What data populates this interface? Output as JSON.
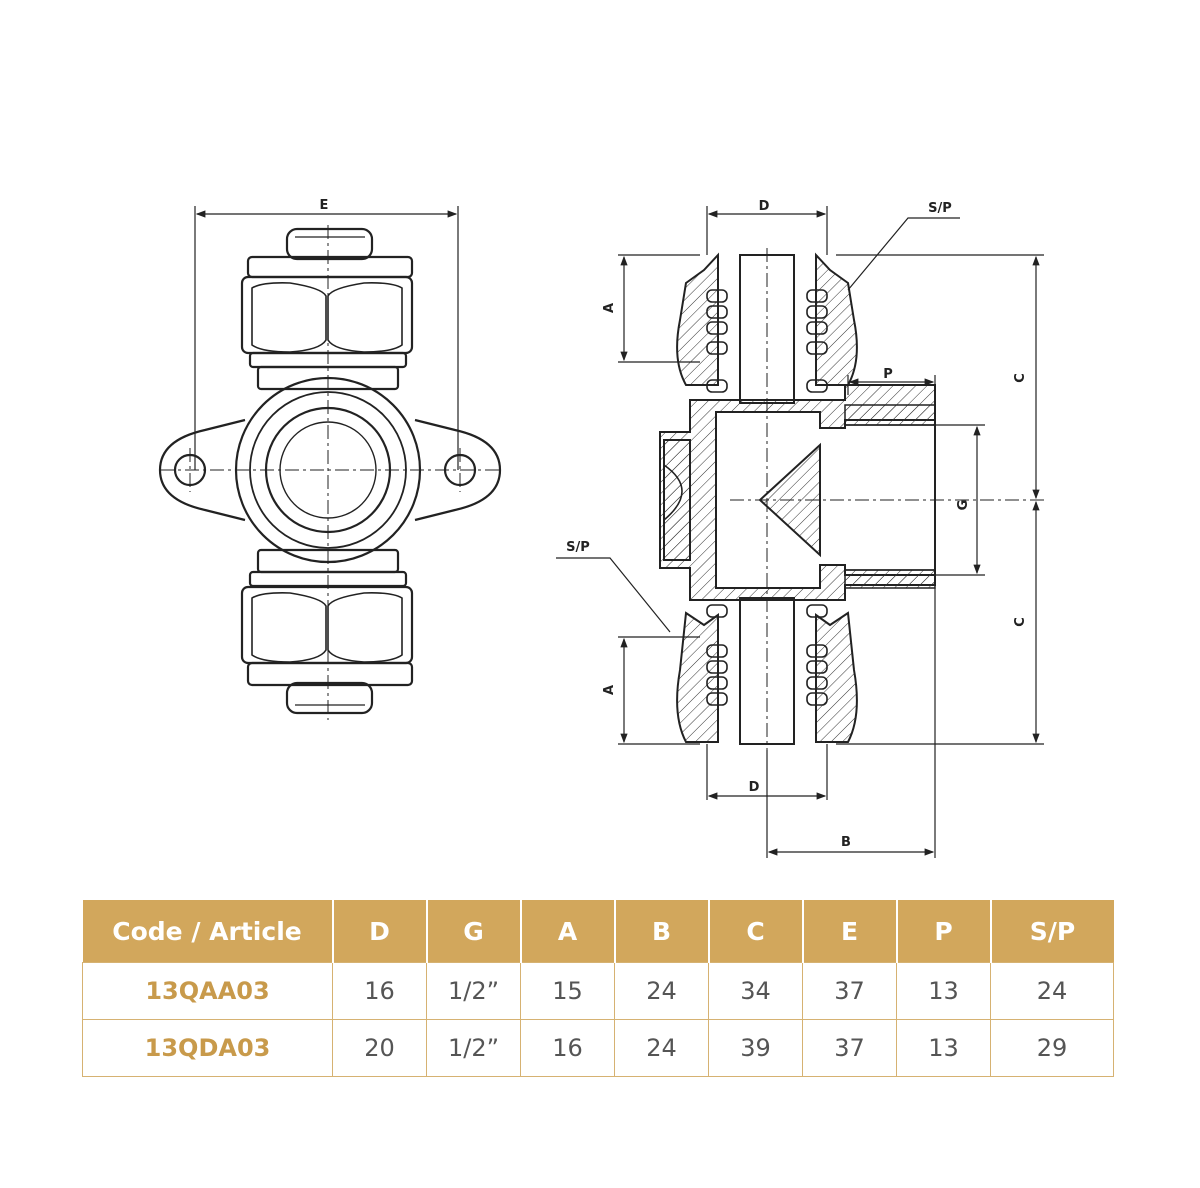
{
  "drawing_labels": {
    "front_view": {
      "e": "E"
    },
    "side_view": {
      "d_top": "D",
      "d_bottom": "D",
      "sp_top": "S/P",
      "sp_left": "S/P",
      "a_top": "A",
      "a_bottom": "A",
      "c_top": "C",
      "c_bottom": "C",
      "g": "G",
      "p": "P",
      "b": "B"
    }
  },
  "table": {
    "headers": [
      "Code / Article",
      "D",
      "G",
      "A",
      "B",
      "C",
      "E",
      "P",
      "S/P"
    ],
    "rows": [
      [
        "13QAA03",
        "16",
        "1/2”",
        "15",
        "24",
        "34",
        "37",
        "13",
        "24"
      ],
      [
        "13QDA03",
        "20",
        "1/2”",
        "16",
        "24",
        "39",
        "37",
        "13",
        "29"
      ]
    ]
  },
  "colors": {
    "header_bg": "#d2a75c",
    "code_text": "#c89a4b",
    "border": "#d6b272",
    "line": "#222222"
  }
}
